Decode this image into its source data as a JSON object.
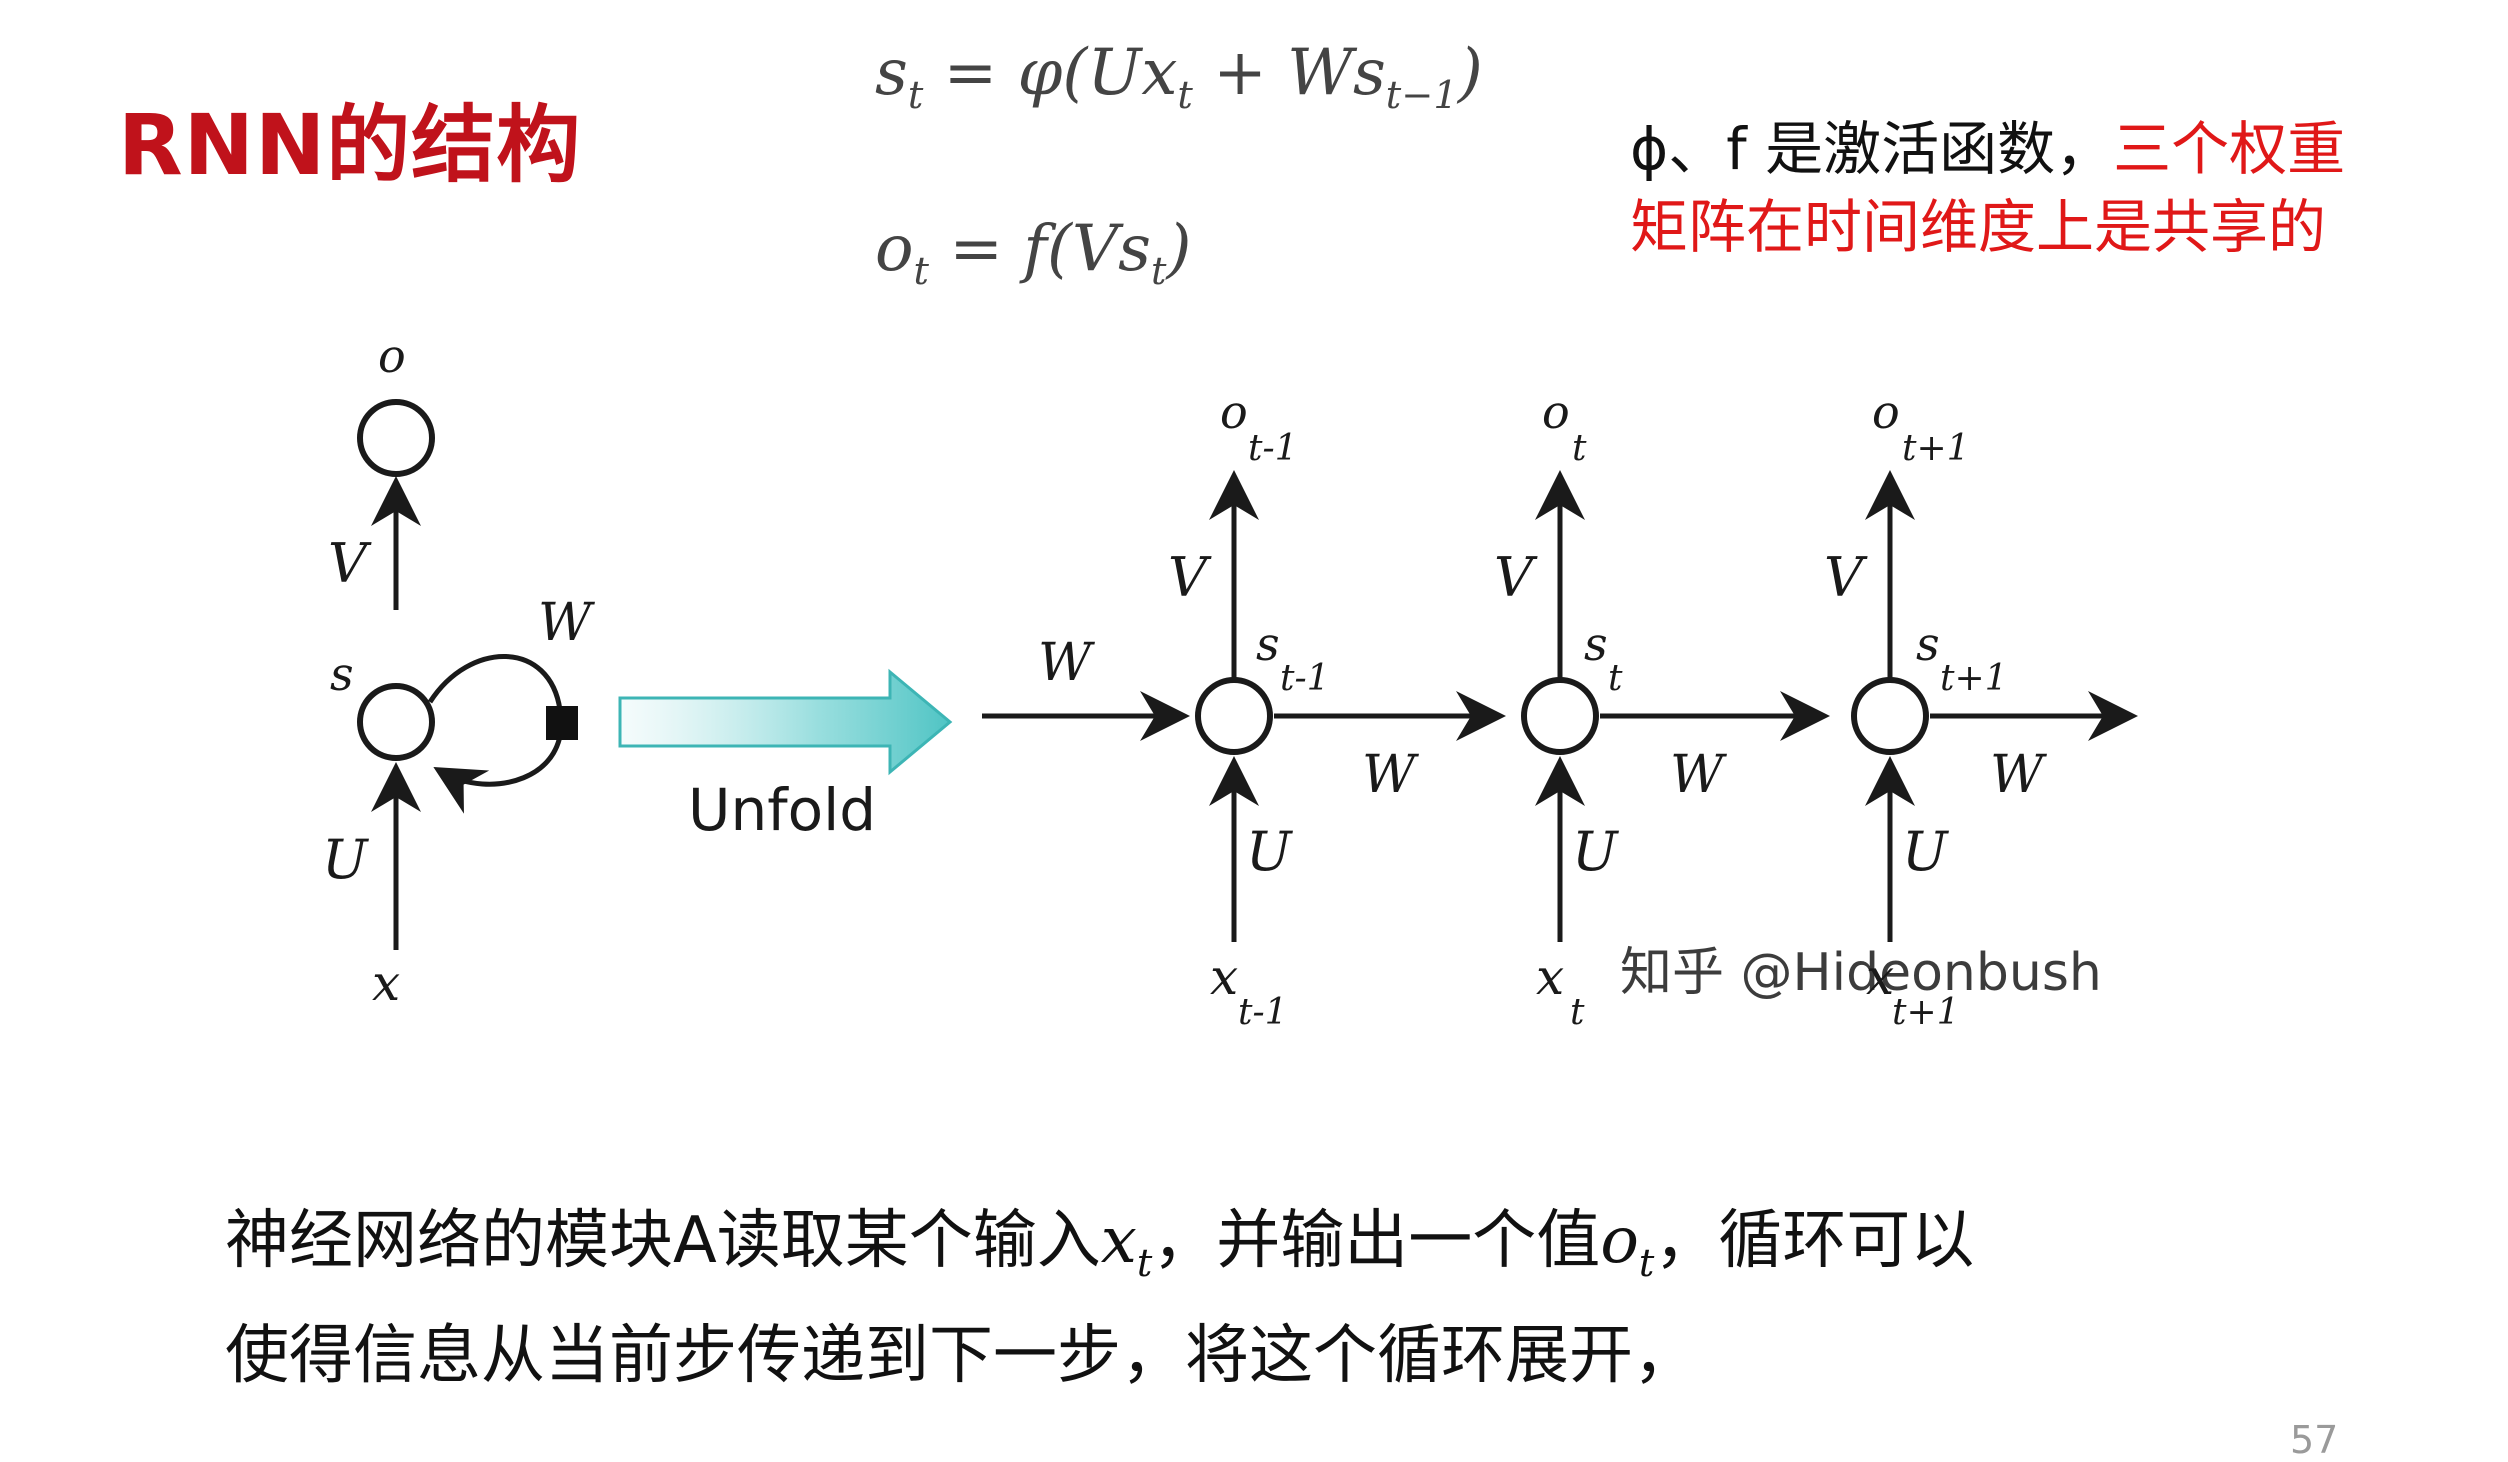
{
  "slide": {
    "title": "RNN的结构",
    "page_number": "57"
  },
  "formulas": {
    "state": {
      "lhs": "s",
      "lhs_sub": "t",
      "rhs": "= φ(Ux",
      "rhs_sub1": "t",
      "rhs_mid": " + Ws",
      "rhs_sub2": "t−1",
      "rhs_end": ")"
    },
    "output": {
      "lhs": "o",
      "lhs_sub": "t",
      "rhs": "= f(Vs",
      "rhs_sub": "t",
      "rhs_end": ")"
    }
  },
  "note": {
    "line1_black": "ϕ、f 是激活函数，",
    "line1_red": "三个权重",
    "line2_red": "矩阵在时间维度上是共享的"
  },
  "diagram": {
    "folded": {
      "o": "o",
      "s": "s",
      "x": "x",
      "V": "V",
      "U": "U",
      "W": "W"
    },
    "unfold_label": "Unfold",
    "input_W": "W",
    "steps": [
      {
        "o": "o",
        "o_sub": "t-1",
        "s": "s",
        "s_sub": "t-1",
        "x": "x",
        "x_sub": "t-1",
        "V": "V",
        "U": "U",
        "W": "W"
      },
      {
        "o": "o",
        "o_sub": "t",
        "s": "s",
        "s_sub": "t",
        "x": "x",
        "x_sub": "t",
        "V": "V",
        "U": "U",
        "W": "W"
      },
      {
        "o": "o",
        "o_sub": "t+1",
        "s": "s",
        "s_sub": "t+1",
        "x": "x",
        "x_sub": "t+1",
        "V": "V",
        "U": "U",
        "W": "W"
      }
    ],
    "watermark": "知乎 @Hideonbush",
    "colors": {
      "unfold_arrow": "#4fc4c4",
      "stroke": "#1a1a1a"
    }
  },
  "caption": {
    "p1": "神经网络的模块A读取某个输入",
    "x": "x",
    "x_sub": "t",
    "p2": "，并输出一个值",
    "o": "o",
    "o_sub": "t",
    "p3": "，循环可以",
    "line2": "使得信息从当前步传递到下一步，将这个循环展开，"
  }
}
